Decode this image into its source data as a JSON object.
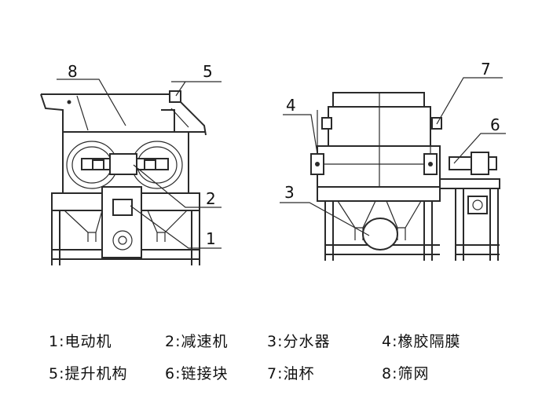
{
  "callouts": {
    "n1": "1",
    "n2": "2",
    "n3": "3",
    "n4": "4",
    "n5": "5",
    "n6": "6",
    "n7": "7",
    "n8": "8"
  },
  "legend": [
    {
      "text": "1:电动机"
    },
    {
      "text": "2:减速机"
    },
    {
      "text": "3:分水器"
    },
    {
      "text": "4:橡胶隔膜"
    },
    {
      "text": "5:提升机构"
    },
    {
      "text": "6:链接块"
    },
    {
      "text": "7:油杯"
    },
    {
      "text": "8:筛网"
    }
  ]
}
